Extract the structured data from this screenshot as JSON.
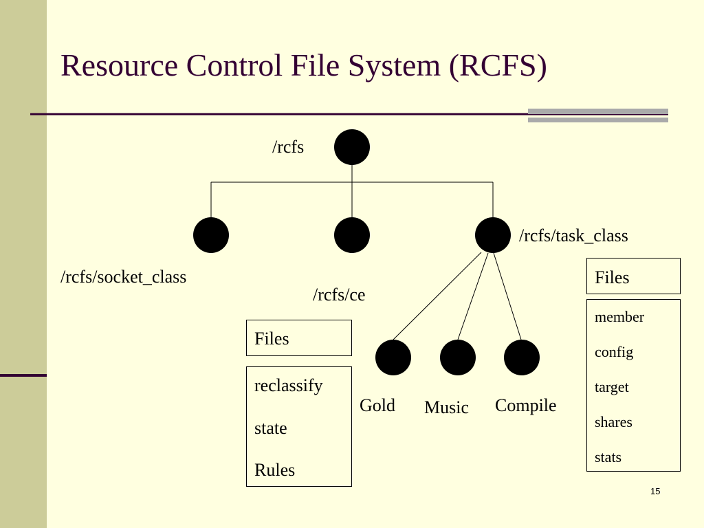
{
  "slide": {
    "title": "Resource Control File System (RCFS)",
    "number": "15"
  },
  "tree": {
    "root_label": "/rcfs",
    "socket_label": "/rcfs/socket_class",
    "ce_label": "/rcfs/ce",
    "task_label": "/rcfs/task_class",
    "children": {
      "gold": "Gold",
      "music": "Music",
      "compile": "Compile"
    }
  },
  "ce_files": {
    "header": "Files",
    "items": [
      "reclassify",
      "state",
      "Rules"
    ]
  },
  "task_files": {
    "header": "Files",
    "items": [
      "member",
      "config",
      "target",
      "shares",
      "stats"
    ]
  },
  "colors": {
    "background": "#ffffe0",
    "sidebar": "#cccc99",
    "title": "#330033",
    "rule": "#330033",
    "accent_bar": "#aaaaaa"
  }
}
